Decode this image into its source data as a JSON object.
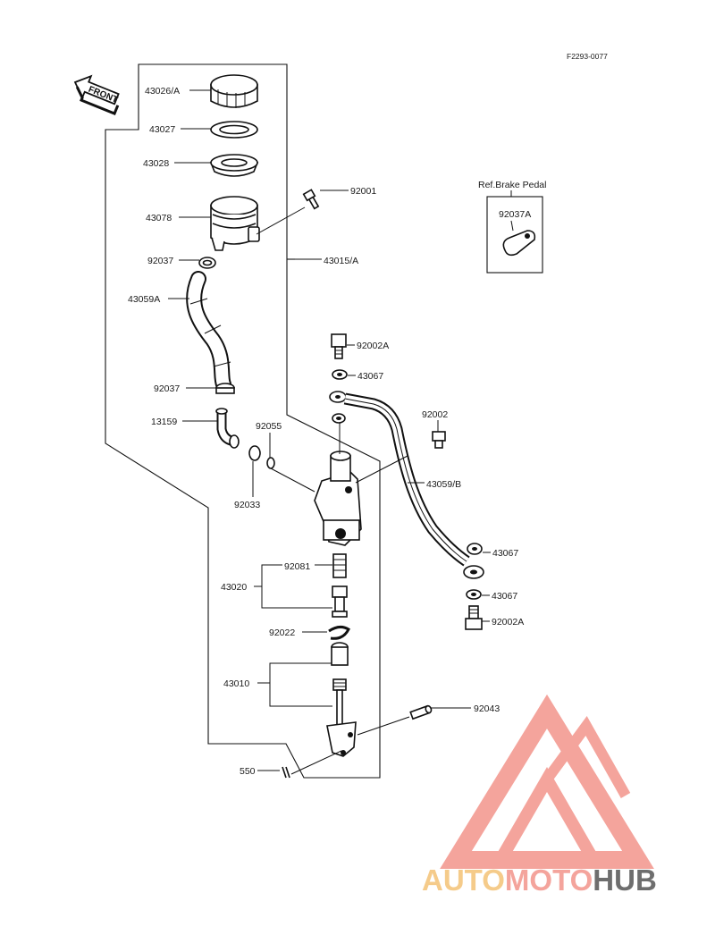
{
  "diagram": {
    "code": "F2293-0077",
    "front_label": "FRONT",
    "ref_title": "Ref.Brake Pedal",
    "parts": {
      "p43026A": "43026/A",
      "p43027": "43027",
      "p43028": "43028",
      "p43078": "43078",
      "p92001": "92001",
      "p92037_top": "92037",
      "p43015A": "43015/A",
      "p43059A": "43059A",
      "p92037_low": "92037",
      "p13159": "13159",
      "p92055": "92055",
      "p92033": "92033",
      "p92002A_top": "92002A",
      "p43067_1": "43067",
      "p92002": "92002",
      "p43059B": "43059/B",
      "p43067_2": "43067",
      "p43067_3": "43067",
      "p92002A_low": "92002A",
      "p92037A": "92037A",
      "p43020": "43020",
      "p92081": "92081",
      "p92022": "92022",
      "p43010": "43010",
      "p92043": "92043",
      "p550": "550"
    }
  },
  "watermark": {
    "text": "AUTOMOTOHUB",
    "colors": {
      "primary": "#f4a49c",
      "accent": "#f5cb8a",
      "dark": "#6e6e6e"
    }
  }
}
